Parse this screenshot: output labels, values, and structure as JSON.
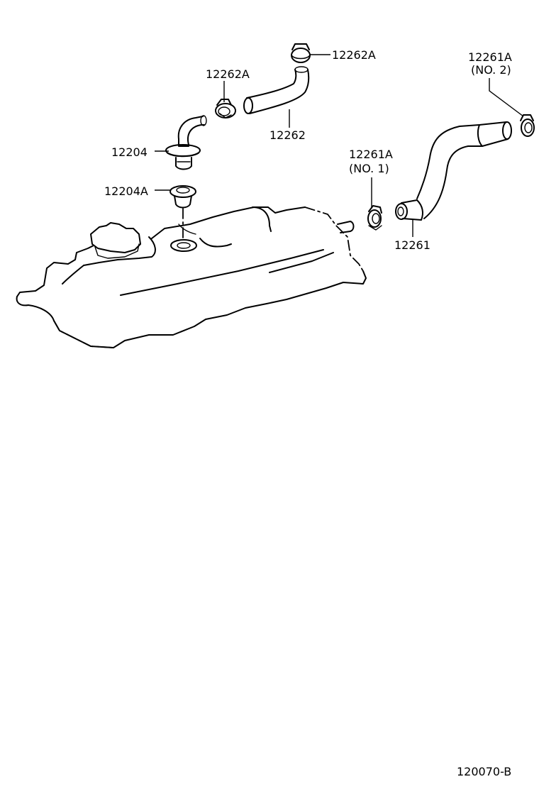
{
  "parts": [
    {
      "id": "p1",
      "part_number": "12262A",
      "note": ""
    },
    {
      "id": "p2",
      "part_number": "12262A",
      "note": ""
    },
    {
      "id": "p3",
      "part_number": "12262",
      "note": ""
    },
    {
      "id": "p4",
      "part_number": "12204",
      "note": ""
    },
    {
      "id": "p5",
      "part_number": "12204A",
      "note": ""
    },
    {
      "id": "p6",
      "part_number": "12261A",
      "note": "(NO. 2)"
    },
    {
      "id": "p7",
      "part_number": "12261A",
      "note": "(NO. 1)"
    },
    {
      "id": "p8",
      "part_number": "12261",
      "note": ""
    }
  ],
  "figure_id": "120070-B"
}
